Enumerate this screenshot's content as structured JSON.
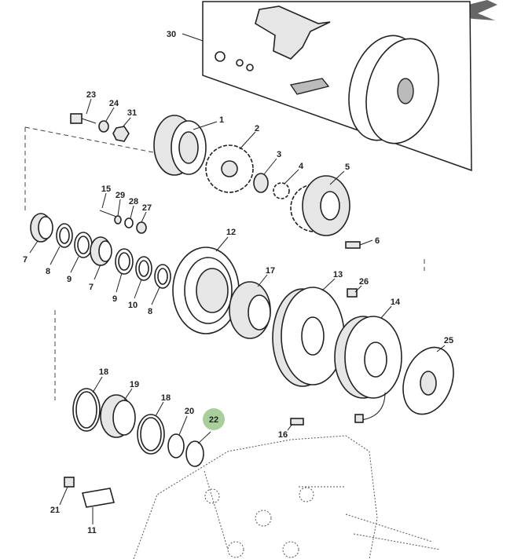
{
  "diagram": {
    "type": "exploded parts diagram",
    "labels": [
      "30",
      "23",
      "24",
      "31",
      "1",
      "2",
      "3",
      "4",
      "5",
      "15",
      "29",
      "28",
      "27",
      "7",
      "8",
      "9",
      "7",
      "9",
      "10",
      "8",
      "12",
      "6",
      "17",
      "13",
      "26",
      "14",
      "25",
      "18",
      "19",
      "18",
      "20",
      "22",
      "16",
      "21",
      "11"
    ],
    "highlight_label_index": 31,
    "highlight_color": "#a8cf9a",
    "corner_icon": "back-arrow-icon",
    "corner_icon_color": "#666666"
  }
}
